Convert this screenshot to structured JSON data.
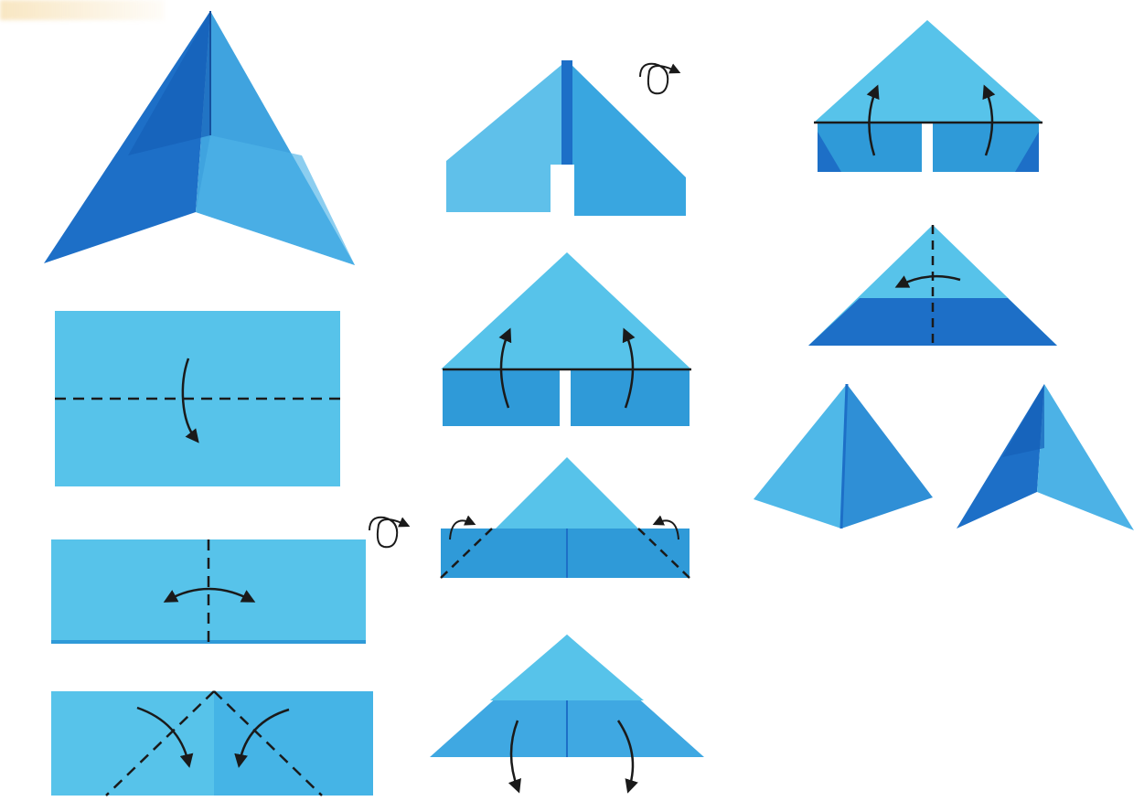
{
  "diagram": {
    "palette": {
      "light": "#57c3ea",
      "mid": "#2f9ad8",
      "dark": "#1d6fc7",
      "deep": "#155fb8",
      "line": "#1a1a1a",
      "shadow": "#b9c7d4"
    },
    "steps": [
      {
        "id": "completed-module",
        "symbol": ""
      },
      {
        "id": "step-fold-horizontal",
        "symbol": "valley-fold-down"
      },
      {
        "id": "step-fold-vertical-crease",
        "symbol": "crease-and-unfold"
      },
      {
        "id": "step-fold-corners-down",
        "symbol": "fold-corners-to-center"
      },
      {
        "id": "step-turn-over-1",
        "symbol": "turn-over"
      },
      {
        "id": "step-fold-flaps-up",
        "symbol": "fold-up"
      },
      {
        "id": "step-fold-corners-back",
        "symbol": "fold-behind"
      },
      {
        "id": "step-unfold-flaps",
        "symbol": "unfold-down"
      },
      {
        "id": "step-fold-flaps-up-2",
        "symbol": "fold-up"
      },
      {
        "id": "step-fold-in-half",
        "symbol": "fold-in-half"
      },
      {
        "id": "step-result-side",
        "symbol": ""
      },
      {
        "id": "step-result-finished",
        "symbol": ""
      }
    ]
  }
}
